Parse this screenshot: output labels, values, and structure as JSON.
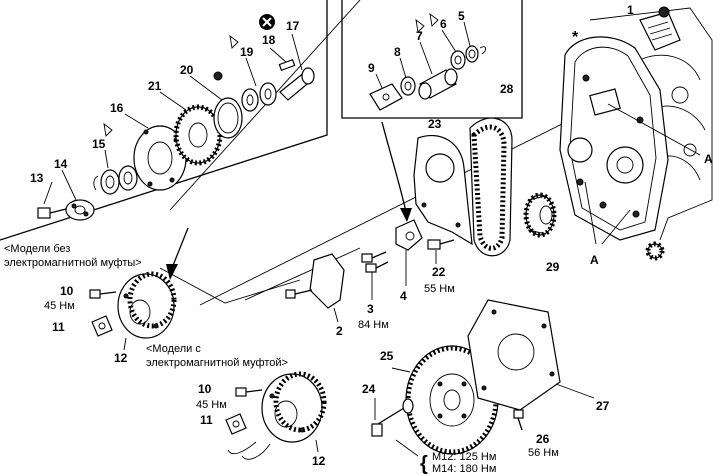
{
  "callouts": {
    "n1": "1",
    "n2": "2",
    "n3": "3",
    "n4": "4",
    "n5": "5",
    "n6": "6",
    "n7": "7",
    "n8": "8",
    "n9": "9",
    "n10a": "10",
    "n10b": "10",
    "n11a": "11",
    "n11b": "11",
    "n12a": "12",
    "n12b": "12",
    "n13": "13",
    "n14": "14",
    "n15": "15",
    "n16": "16",
    "n17": "17",
    "n18": "18",
    "n19": "19",
    "n20": "20",
    "n21": "21",
    "n22": "22",
    "n23": "23",
    "n24": "24",
    "n25": "25",
    "n26": "26",
    "n27": "27",
    "n28": "28",
    "n29": "29",
    "a1": "A",
    "a2": "A",
    "star": "*"
  },
  "torques": {
    "t10a": "45 Нм",
    "t10b": "45 Нм",
    "t3": "84 Нм",
    "t22": "55 Нм",
    "t26": "56 Нм",
    "t24_m12": "M12: 125 Нм",
    "t24_m14": "M14: 180 Нм"
  },
  "captions": {
    "no_clutch_l1": "<Модели без",
    "no_clutch_l2": "электромагнитной муфты>",
    "with_clutch_l1": "<Модели с",
    "with_clutch_l2": "электромагнитной муфтой>"
  }
}
